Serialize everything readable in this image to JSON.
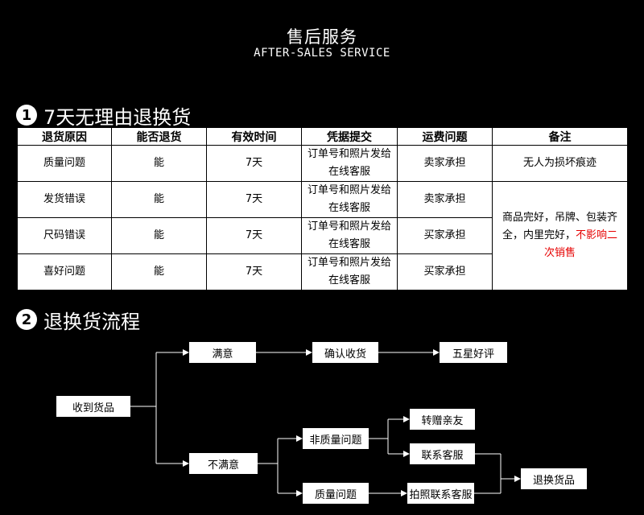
{
  "header": {
    "title_cn": "售后服务",
    "title_en": "AFTER-SALES SERVICE"
  },
  "section1": {
    "number": "1",
    "title": "7天无理由退换货"
  },
  "table": {
    "columns": [
      "退货原因",
      "能否退货",
      "有效时间",
      "凭据提交",
      "运费问题",
      "备注"
    ],
    "rows": [
      {
        "reason": "质量问题",
        "returnable": "能",
        "period": "7天",
        "proof_line1": "订单号和照片发给",
        "proof_line2": "在线客服",
        "shipping": "卖家承担",
        "note": "无人为损坏痕迹"
      },
      {
        "reason": "发货错误",
        "returnable": "能",
        "period": "7天",
        "proof_line1": "订单号和照片发给",
        "proof_line2": "在线客服",
        "shipping": "卖家承担"
      },
      {
        "reason": "尺码错误",
        "returnable": "能",
        "period": "7天",
        "proof_line1": "订单号和照片发给",
        "proof_line2": "在线客服",
        "shipping": "买家承担"
      },
      {
        "reason": "喜好问题",
        "returnable": "能",
        "period": "7天",
        "proof_line1": "订单号和照片发给",
        "proof_line2": "在线客服",
        "shipping": "买家承担"
      }
    ],
    "merged_note_prefix": "商品完好，吊牌、包装齐全，内里完好，",
    "merged_note_highlight": "不影响二次销售"
  },
  "section2": {
    "number": "2",
    "title": "退换货流程"
  },
  "flow": {
    "received": "收到货品",
    "satisfied": "满意",
    "confirm": "确认收货",
    "five_star": "五星好评",
    "unsatisfied": "不满意",
    "non_quality": "非质量问题",
    "gift": "转赠亲友",
    "contact": "联系客服",
    "quality": "质量问题",
    "photo_contact": "拍照联系客服",
    "return_goods": "退换货品"
  },
  "colors": {
    "background": "#000000",
    "highlight": "#e60000"
  }
}
